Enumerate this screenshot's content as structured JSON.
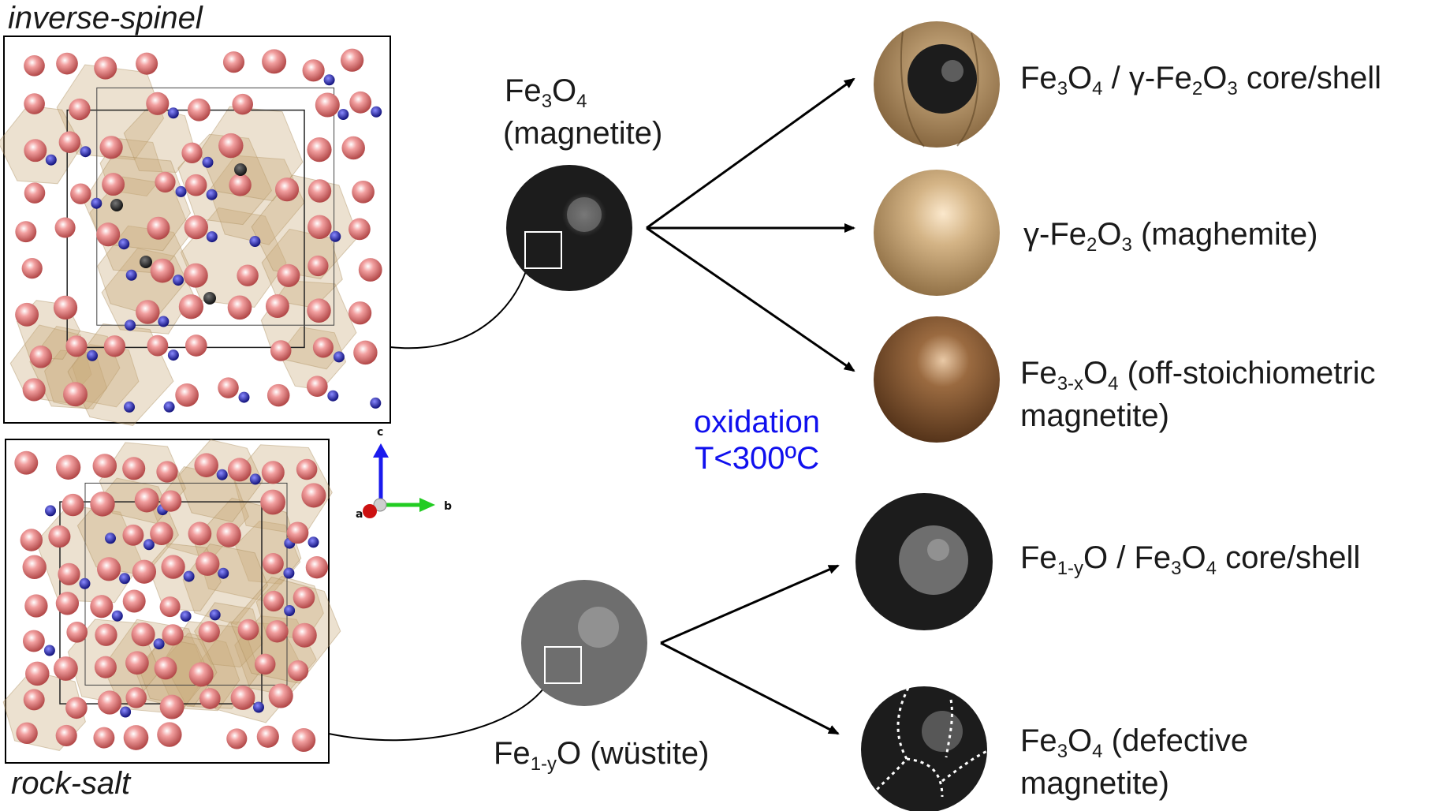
{
  "structures": {
    "top_label": "inverse-spinel",
    "bottom_label": "rock-salt"
  },
  "axes": {
    "c": "c",
    "a": "a",
    "b": "b"
  },
  "magnetite": {
    "formula_base": "Fe",
    "sub1": "3",
    "o": "O",
    "sub2": "4",
    "name": "(magnetite)"
  },
  "wustite": {
    "formula_base": "Fe",
    "sub1": "1-y",
    "o": "O",
    "name": "(wüstite)"
  },
  "oxidation": {
    "line1": "oxidation",
    "line2": "T<300ºC"
  },
  "products": {
    "p1": {
      "a": "Fe",
      "a_sub": "3",
      "b": "O",
      "b_sub": "4",
      "sep": " / γ-Fe",
      "c_sub": "2",
      "d": "O",
      "d_sub": "3",
      "tail": " core/shell"
    },
    "p2": {
      "a": "γ-Fe",
      "a_sub": "2",
      "b": "O",
      "b_sub": "3",
      "tail": " (maghemite)"
    },
    "p3": {
      "a": "Fe",
      "a_sub": "3-x",
      "b": "O",
      "b_sub": "4",
      "tail": " (off-stoichiometric",
      "line2": "magnetite)"
    },
    "p4": {
      "a": "Fe",
      "a_sub": "1-y",
      "b": "O / Fe",
      "b_sub": "3",
      "c": "O",
      "c_sub": "4",
      "tail": " core/shell"
    },
    "p5": {
      "a": "Fe",
      "a_sub": "3",
      "b": "O",
      "b_sub": "4",
      "tail": " (defective",
      "line2": "magnetite)"
    }
  },
  "colors": {
    "oxidation_text": "#1010ee",
    "oxygen_atom": "#e88a8a",
    "iron_atom": "#2222aa",
    "polyhedra": "#c8aa78",
    "magnetite_particle": "#1c1c1c",
    "wustite_particle": "#6e6e6e",
    "maghemite_particle": "#b89468",
    "offstoich_particle": "#7a5232"
  },
  "icons": [
    "crystal-structure",
    "nanoparticle",
    "axis-triad",
    "arrow"
  ]
}
